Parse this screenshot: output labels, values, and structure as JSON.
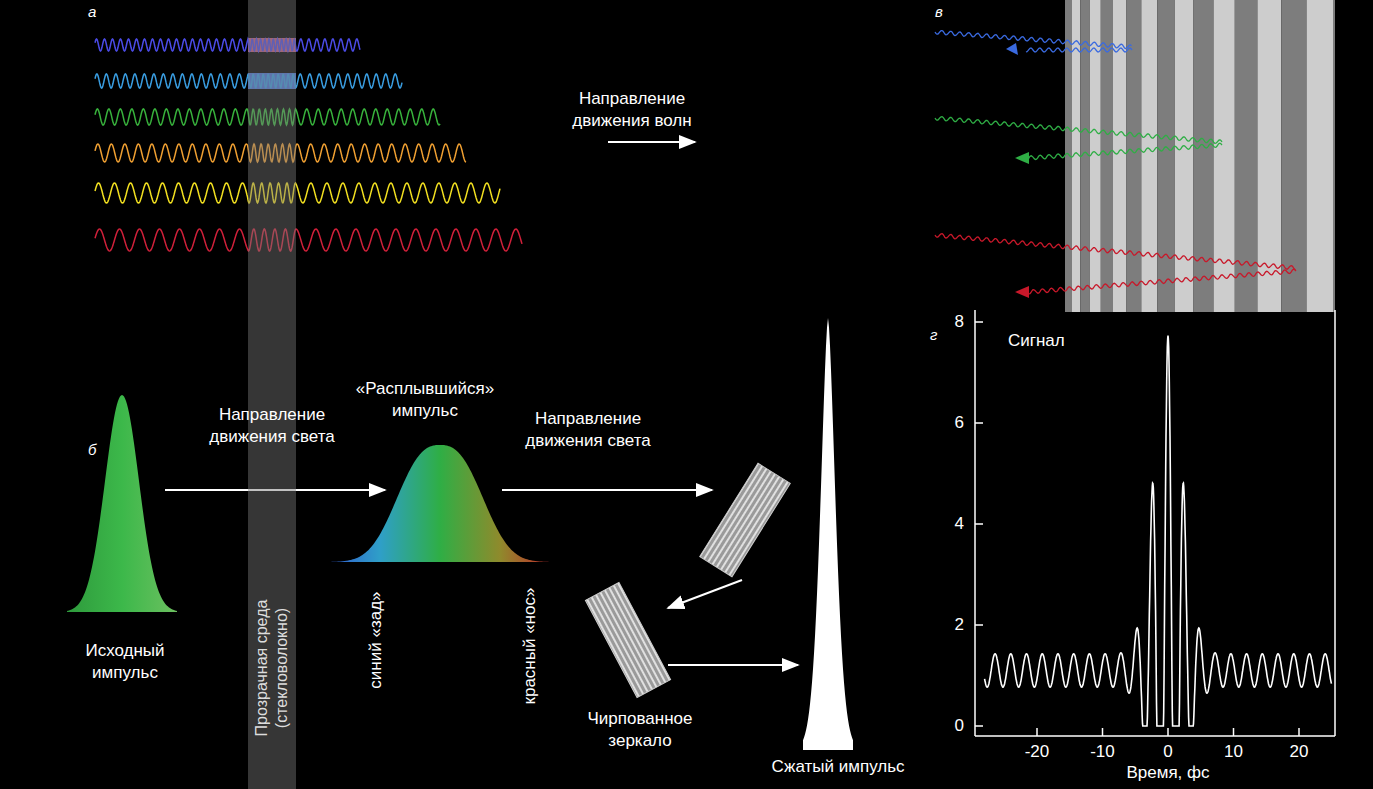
{
  "diagram": {
    "nodes": [
      {
        "text": [
          "Прозрачная среда (стекловолокно)"
        ]
      }
    ],
    "labels": [
      "а",
      "Направление движения волн",
      "в",
      "б",
      "Направление движения света",
      "«Расплывшийся» импульс",
      "Направление движения света",
      "Исходный импульс",
      "синий «зад»",
      "красный «нос»",
      "Чирпованное зеркало",
      "Сжатый импульс",
      "г",
      "Сигнал",
      "8",
      "6",
      "4",
      "2",
      "0",
      "-20",
      "-10",
      "0",
      "10",
      "20",
      "Время, фс"
    ]
  }
}
